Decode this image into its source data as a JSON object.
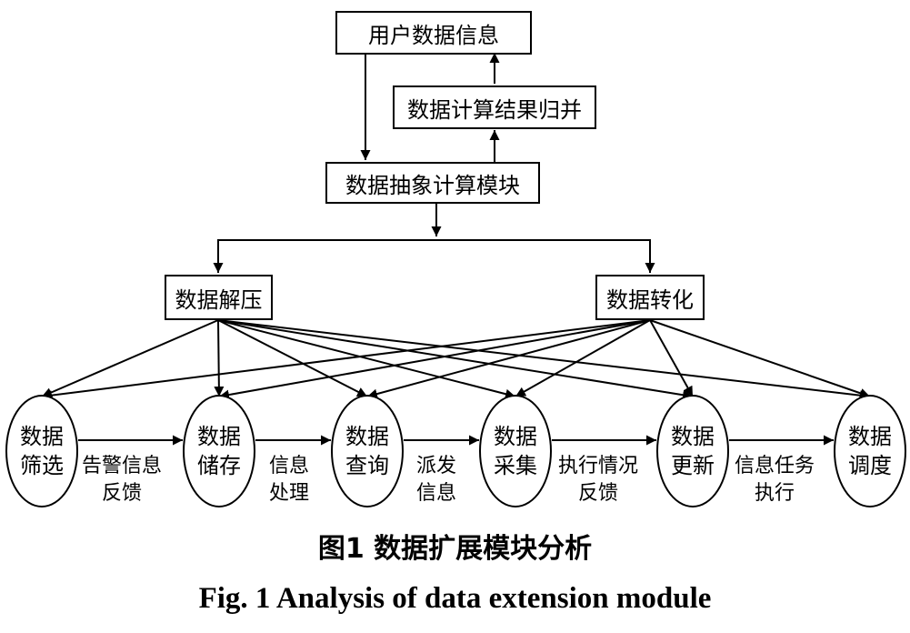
{
  "diagram": {
    "boxes": {
      "user_data": "用户数据信息",
      "merge_results": "数据计算结果归并",
      "abstract_module": "数据抽象计算模块",
      "decompress": "数据解压",
      "convert": "数据转化"
    },
    "nodes": [
      {
        "id": "filter",
        "line1": "数据",
        "line2": "筛选"
      },
      {
        "id": "store",
        "line1": "数据",
        "line2": "储存"
      },
      {
        "id": "query",
        "line1": "数据",
        "line2": "查询"
      },
      {
        "id": "collect",
        "line1": "数据",
        "line2": "采集"
      },
      {
        "id": "update",
        "line1": "数据",
        "line2": "更新"
      },
      {
        "id": "schedule",
        "line1": "数据",
        "line2": "调度"
      }
    ],
    "edge_labels": [
      {
        "line1": "告警信息",
        "line2": "反馈"
      },
      {
        "line1": "信息",
        "line2": "处理"
      },
      {
        "line1": "派发",
        "line2": "信息"
      },
      {
        "line1": "执行情况",
        "line2": "反馈"
      },
      {
        "line1": "信息任务",
        "line2": "执行"
      }
    ]
  },
  "caption": {
    "cn": "图1  数据扩展模块分析",
    "en": "Fig. 1  Analysis of data extension module"
  }
}
